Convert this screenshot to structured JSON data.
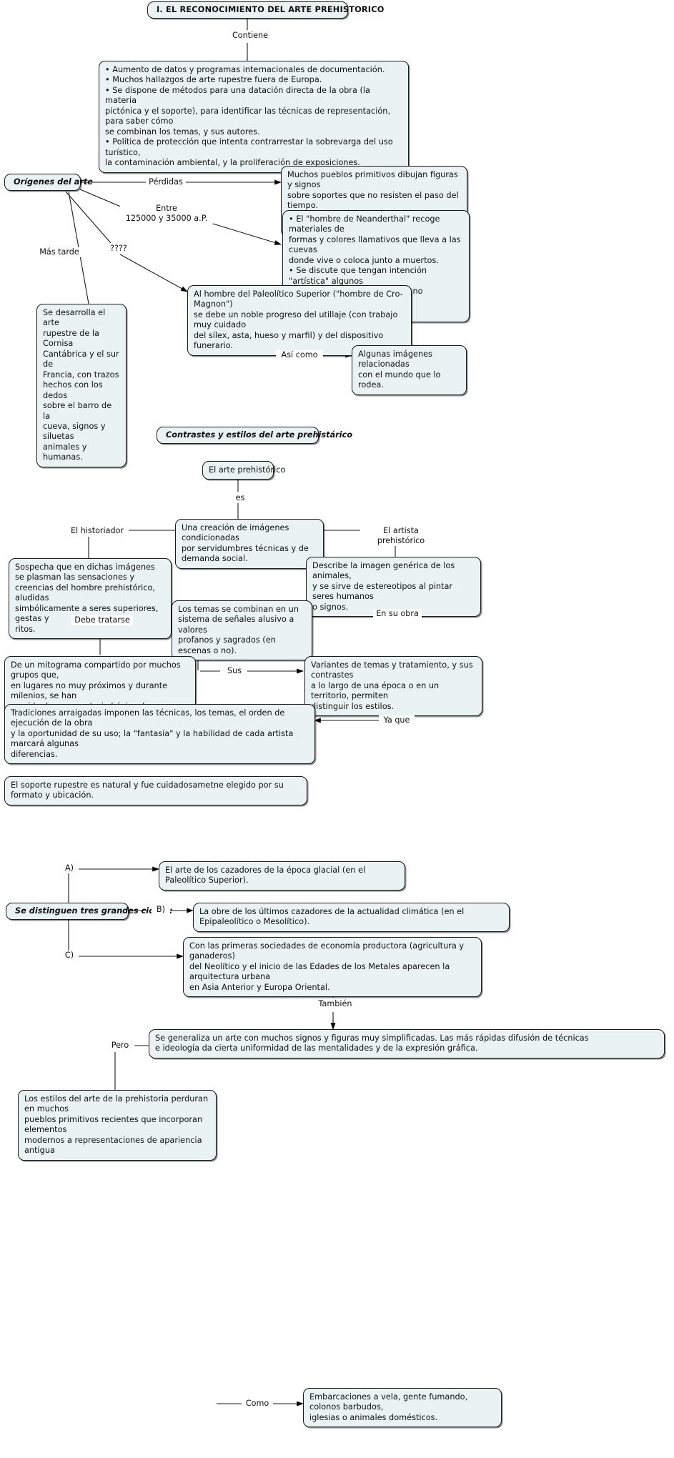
{
  "document": {
    "type": "concept-map",
    "language": "es",
    "background": "#ffffff",
    "node_fill": "#eaf2f3",
    "node_border": "#1a1a1a"
  },
  "section1": {
    "title": "I. EL RECONOCIMIENTO DEL ARTE PREHISTORICO",
    "edge_contiene": "Contiene",
    "contents_box": "• Aumento de datos y programas internacionales de documentación.\n• Muchos hallazgos de arte rupestre fuera de Europa.\n• Se dispone de métodos para una datación directa de la obra (la materia\npictónica y el soporte), para identificar las técnicas de representación, para saber cómo\nse combinan los temas, y sus autores.\n• Política de protección que intenta contrarrestar la sobrevarga del uso turístico,\nla contaminación ambiental, y la proliferación de exposiciones."
  },
  "section2": {
    "root": "Orígenes  del  arte",
    "edge_perdidas": "Pérdidas",
    "edge_entre": "Entre\n125000 y 35000 a.P.",
    "edge_interrog": "????",
    "edge_mastarde": "Más tarde",
    "edge_asicomo": "Así como",
    "box_pueblos": "Muchos pueblos primitivos dibujan figuras y signos\nsobre soportes que no resisten el paso del tiempo.\nPor ello no pueden ser estudiados por la Arqueología.",
    "box_neanderthal": "• El \"hombre de Neanderthal\" recoge materiales de\nformas y colores llamativos que lleva a las cuevas\ndonde vive o coloca junto a muertos.\n• Se discute que tengan intención \"artística\" algunos\ntrazos (líneas sencillas incisas no figurativas) sobre\nhuesos y piedras.",
    "box_cromagnon": "Al hombre del Paleolítico Superior (\"hombre de Cro-Magnon\")\nse debe un noble progreso del utillaje (con trabajo muy cuidado\ndel sílex, asta, hueso y marfil) y del dispositivo funerario.",
    "box_rupestre": "Se desarrolla el arte\nrupestre de la Cornisa\nCantábrica y el sur de\nFrancia, con trazos\nhechos con los dedos\nsobre el barro de la\ncueva, signos y siluetas\nanimales y humanas.",
    "box_imagenes": "Algunas imágenes relacionadas\ncon el mundo que lo rodea."
  },
  "section3": {
    "title": "Contrastes y estilos del arte prehistárico",
    "node_arte": "El arte prehistórico",
    "edge_es": "es",
    "node_creacion": "Una creación de imágenes condicionadas\npor servidumbres técnicas y de demanda social.",
    "edge_historiador": "El historiador",
    "edge_artista": "El artista prehistórico",
    "box_sospecha": "Sospecha que en dichas imágenes\nse plasman las sensaciones y\ncreencias del hombre prehistórico, aludidas\nsimbólicamente a seres superiores, gestas y\nritos.",
    "box_describe": "Describe la imagen genérica de los animales,\ny se sirve de estereotipos al pintar seres humanos\no signos.",
    "edge_debetratarse": "Debe tratarse",
    "edge_ensuobra": "En su obra",
    "box_temas": "Los temas se combinan en un\nsistema de señales alusivo a valores\nprofanos y sagrados (en escenas o no).",
    "box_mitograma": "De un mitograma compartido por muchos grupos que,\nen lugares no muy próximos y durante milenios, se han\nservido de un repertorio básico de imágenes.",
    "edge_sus": "Sus",
    "box_variantes": "Variantes de temas y tratamiento, y sus contrastes\na lo largo de una época o en un territorio, permiten\ndistinguir los estilos.",
    "edge_yaque": "Ya que",
    "box_tradiciones": "Tradiciones arraigadas imponen las técnicas, los temas, el orden de ejecución de la obra\ny la oportunidad de su uso; la \"fantasía\" y la habilidad de cada artista marcará algunas\ndiferencias.",
    "box_soporte": "El soporte rupestre es natural y fue cuidadosametne elegido por su formato y ubicación."
  },
  "section4": {
    "root": "Se distinguen tres grandes ciclos :",
    "edge_a": "A)",
    "edge_b": "B)",
    "edge_c": "C)",
    "box_a": "El arte de los cazadores de la época glacial (en el Paleolítico Superior).",
    "box_b": "La obre de los últimos cazadores de la actualidad climática (en el Epipaleolítico o Mesolítico).",
    "box_c": "Con las primeras sociedades de economía productora (agricultura y ganaderos)\ndel Neolítico y el inicio de las Edades de los Metales aparecen la arquitectura urbana\nen Asia Anterior y Europa Oriental.",
    "edge_tambien": "También",
    "box_generaliza": "Se generaliza un arte con muchos signos y figuras muy simplificadas. Las más rápidas difusión de técnicas\ne ideología da cierta uniformidad de las mentalidades y de la expresión gráfica.",
    "edge_pero": "Pero",
    "box_estilos": "Los estilos del arte de la prehistoria perduran en muchos\npueblos primitivos recientes que incorporan elementos\nmodernos a representaciones de apariencia antigua",
    "edge_como": "Como",
    "box_embarcaciones": "Embarcaciones a vela, gente fumando, colonos barbudos,\niglesias o animales domésticos."
  }
}
